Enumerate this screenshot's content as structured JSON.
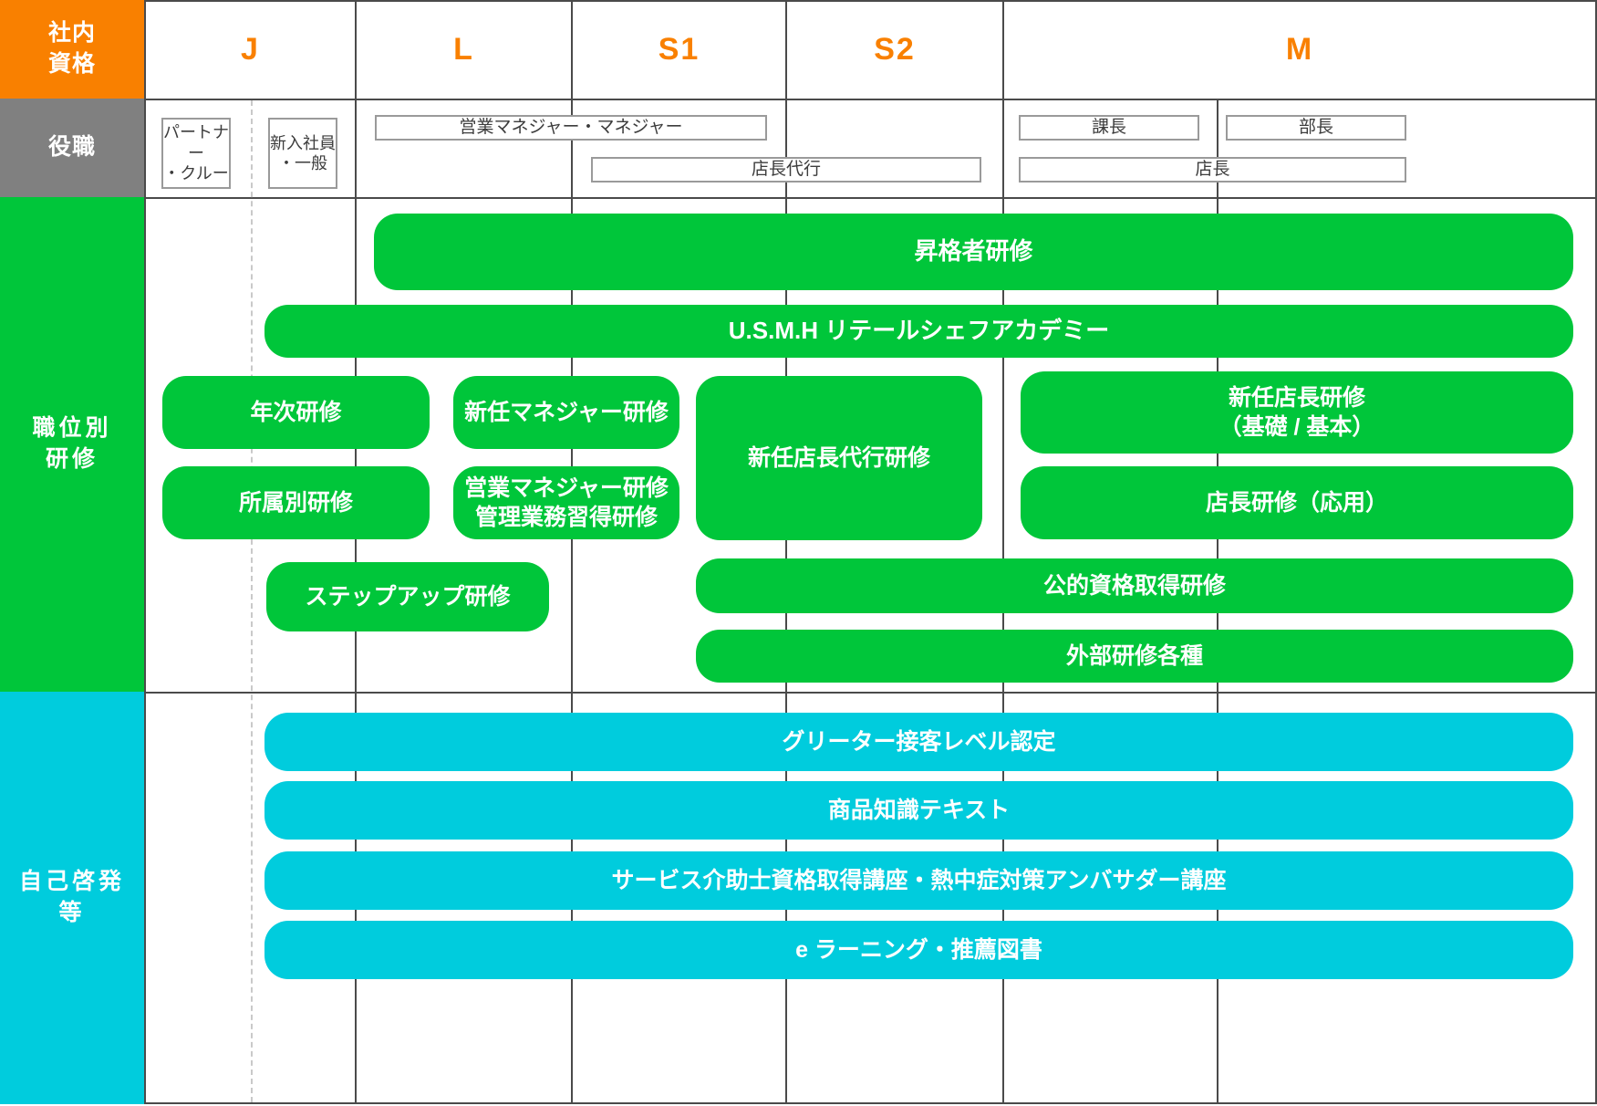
{
  "categories": [
    {
      "label": "社内\n資格",
      "color": "#F98000"
    },
    {
      "label": "役職",
      "color": "#808080"
    },
    {
      "label": "職位別\n研修",
      "color": "#00C63A"
    },
    {
      "label": "自己啓発\n等",
      "color": "#00CCDD"
    }
  ],
  "category_labels": {
    "qualification": "社内資格",
    "position": "役職",
    "position_training": "職位別研修",
    "self_development": "自己啓発等"
  },
  "ranks": [
    {
      "label": "J"
    },
    {
      "label": "L"
    },
    {
      "label": "S1"
    },
    {
      "label": "S2"
    },
    {
      "label": "M"
    }
  ],
  "roles": [
    {
      "label": "パートナー\n・クルー"
    },
    {
      "label": "新入社員\n・一般"
    },
    {
      "label": "営業マネジャー・マネジャー"
    },
    {
      "label": "店長代行"
    },
    {
      "label": "課長"
    },
    {
      "label": "部長"
    },
    {
      "label": "店長"
    }
  ],
  "position_training": [
    {
      "label": "昇格者研修"
    },
    {
      "label": "U.S.M.H リテールシェフアカデミー"
    },
    {
      "label": "年次研修"
    },
    {
      "label": "新任マネジャー研修"
    },
    {
      "label": "新任店長代行研修"
    },
    {
      "label": "新任店長研修\n（基礎 / 基本）"
    },
    {
      "label": "所属別研修"
    },
    {
      "label": "営業マネジャー研修\n管理業務習得研修"
    },
    {
      "label": "店長研修（応用）"
    },
    {
      "label": "ステップアップ研修"
    },
    {
      "label": "公的資格取得研修"
    },
    {
      "label": "外部研修各種"
    }
  ],
  "self_development": [
    {
      "label": "グリーター接客レベル認定"
    },
    {
      "label": "商品知識テキスト"
    },
    {
      "label": "サービス介助士資格取得講座・熱中症対策アンバサダー講座"
    },
    {
      "label": "e ラーニング・推薦図書"
    }
  ],
  "colors": {
    "qualification_bg": "#F98000",
    "position_bg": "#808080",
    "training_bg": "#00C63A",
    "self_dev_bg": "#00CCDD",
    "rank_text": "#F98000",
    "grid_line": "#4a4a4a",
    "role_border": "#9a9a9a"
  }
}
